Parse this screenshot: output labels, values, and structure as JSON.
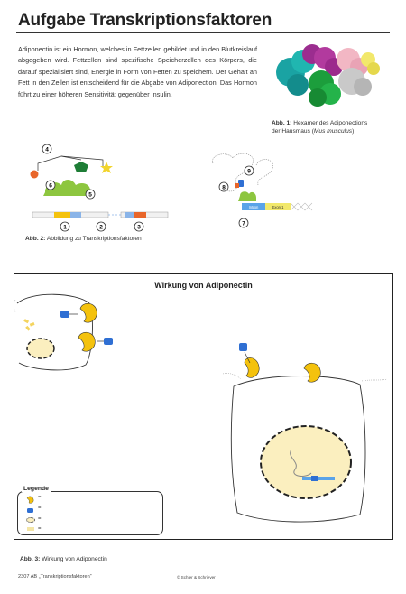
{
  "header": {
    "title": "Aufgabe Transkriptionsfaktoren"
  },
  "intro": {
    "text": "Adiponectin ist ein Hormon, welches in Fettzellen gebildet und in den Blutkreislauf abgegeben wird. Fettzellen sind spezifische Speicherzellen des Körpers, die darauf spezialisiert sind, Energie in Form von Fetten zu speichern. Der Gehalt an Fett in den Zellen ist entscheidend für die Abgabe von Adiponection. Das Hormon  führt zu einer höheren Sensitivität gegenüber Insulin."
  },
  "figure1": {
    "label": "Abb. 1:",
    "caption_line1": "Hexamer des Adiponections",
    "caption_line2_prefix": "der Hausmaus (",
    "caption_species": "Mus musculus",
    "caption_line2_suffix": ")"
  },
  "figure2": {
    "label": "Abb. 2:",
    "caption": "Abbildung zu Transkriptionsfaktoren",
    "markers": [
      "1",
      "2",
      "3",
      "4",
      "5",
      "6",
      "7",
      "8",
      "9"
    ],
    "dna_labels": [
      "Intron",
      "Exon 1"
    ]
  },
  "figure3": {
    "panel_title": "Wirkung von Adiponectin",
    "legend_title": "Legende",
    "legend_eq": [
      "=",
      "=",
      "=",
      "="
    ],
    "label": "Abb. 3:",
    "caption": "Wirkung von Adiponectin"
  },
  "footer": {
    "left": "2307 AB „Transkriptionsfaktoren“",
    "center": "© Schier & Schriever"
  },
  "colors": {
    "receptor_yellow": "#f4c20d",
    "hormone_blue": "#2f6fd3",
    "nucleus_fill": "#fbefbf",
    "protein_green": "#8dc63f"
  }
}
